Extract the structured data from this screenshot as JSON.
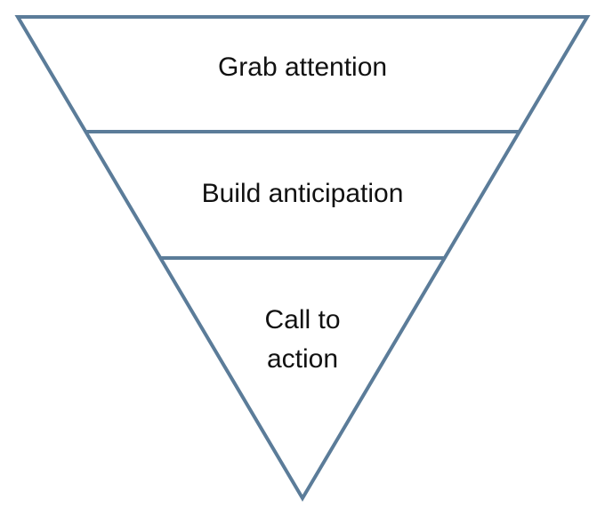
{
  "funnel": {
    "stages": [
      {
        "label": "Grab attention"
      },
      {
        "label": "Build anticipation"
      },
      {
        "label": "Call to\naction"
      }
    ]
  },
  "colors": {
    "outline": "#5b7c99",
    "text": "#111111",
    "background": "#ffffff"
  }
}
